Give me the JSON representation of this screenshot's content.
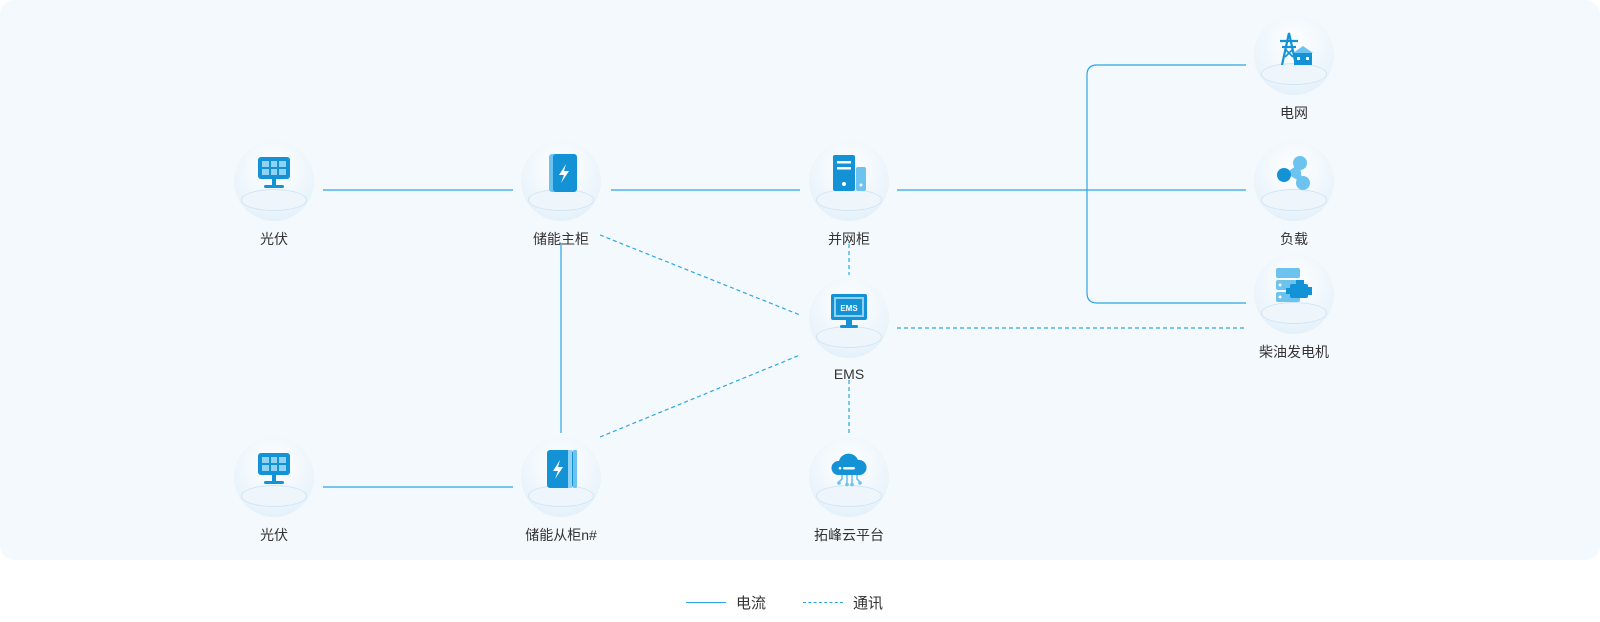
{
  "colors": {
    "line": "#2aa7e3",
    "icon": "#1492d6",
    "icon_light": "#6cc3ef",
    "text": "#333333",
    "panel": "#f4f9fd"
  },
  "nodes": {
    "pv1": {
      "label": "光伏",
      "icon": "solar-panel-icon"
    },
    "main_cabinet": {
      "label": "储能主柜",
      "icon": "battery-cabinet-icon"
    },
    "grid_cabinet": {
      "label": "并网柜",
      "icon": "server-cabinet-icon"
    },
    "ems": {
      "label": "EMS",
      "icon": "monitor-icon",
      "screen_text": "EMS"
    },
    "grid": {
      "label": "电网",
      "icon": "power-tower-icon"
    },
    "load": {
      "label": "负载",
      "icon": "load-network-icon"
    },
    "diesel": {
      "label": "柴油发电机",
      "icon": "diesel-generator-icon"
    },
    "pv2": {
      "label": "光伏",
      "icon": "solar-panel-icon"
    },
    "slave_cabinet": {
      "label": "储能从柜n#",
      "icon": "battery-cabinet-icon"
    },
    "cloud": {
      "label": "拓峰云平台",
      "icon": "cloud-icon"
    }
  },
  "legend": {
    "current": {
      "label": "电流",
      "style": "solid"
    },
    "communication": {
      "label": "通讯",
      "style": "dashed"
    }
  }
}
